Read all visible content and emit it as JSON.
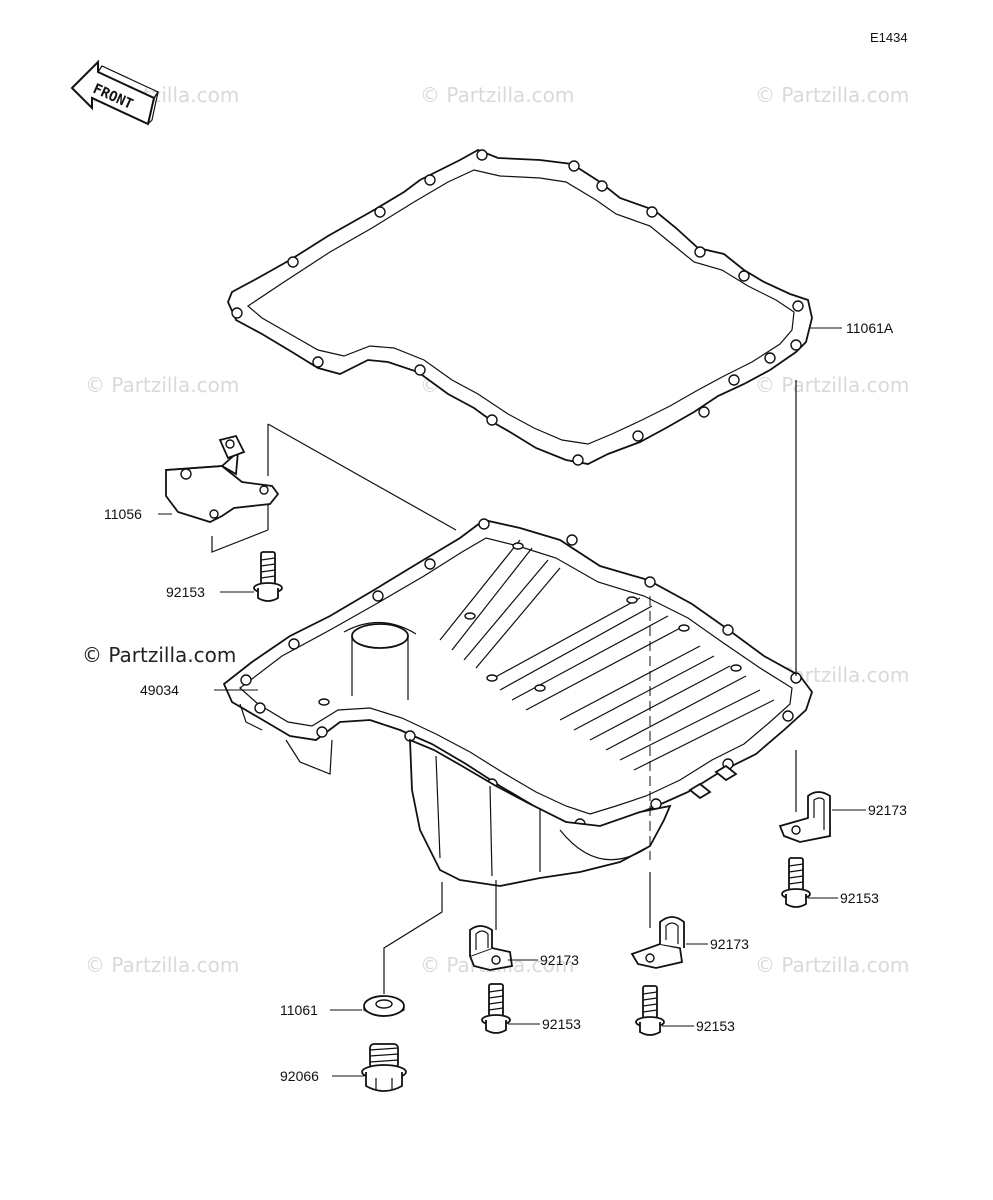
{
  "diagram_code": "E1434",
  "front_marker": "FRONT",
  "brand_notice": "© Partzilla.com",
  "watermark_text": "© Partzilla.com",
  "callouts": {
    "gasket_large": "11061A",
    "bracket": "11056",
    "bolt_bracket": "92153",
    "oil_pan": "49034",
    "clamp_right": "92173",
    "bolt_right": "92153",
    "clamp_middle": "92173",
    "clamp_center": "92173",
    "gasket_small": "11061",
    "bolt_middle": "92153",
    "bolt_center": "92153",
    "drain_plug": "92066"
  }
}
